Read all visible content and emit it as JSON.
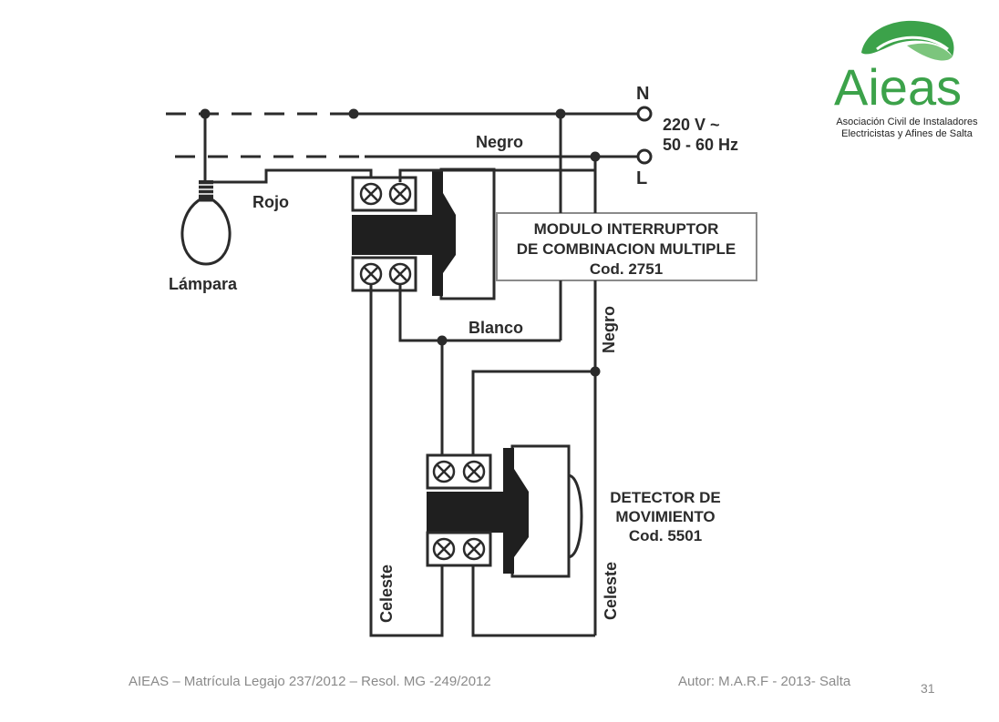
{
  "diagram": {
    "supply": {
      "neutral": "N",
      "line": "L",
      "voltage": "220 V ~",
      "frequency": "50 - 60 Hz"
    },
    "wires": {
      "black_top": "Negro",
      "red": "Rojo",
      "white": "Blanco",
      "black_vertical": "Negro",
      "lightblue_left": "Celeste",
      "lightblue_right": "Celeste"
    },
    "lamp": {
      "label": "Lámpara"
    },
    "switch_module": {
      "line1": "MODULO INTERRUPTOR",
      "line2": "DE COMBINACION MULTIPLE",
      "line3": "Cod. 2751"
    },
    "detector": {
      "line1": "DETECTOR DE",
      "line2": "MOVIMIENTO",
      "line3": "Cod. 5501"
    }
  },
  "logo": {
    "name": "Aieas",
    "subtitle_line1": "Asociación Civil de Instaladores",
    "subtitle_line2": "Electricistas y Afines de Salta",
    "icon": "leaf-icon",
    "brand_color": "#3ca24a"
  },
  "footer": {
    "left": "AIEAS – Matrícula Legajo 237/2012 – Resol. MG -249/2012",
    "right": "Autor: M.A.R.F - 2013- Salta",
    "page_number": "31"
  }
}
